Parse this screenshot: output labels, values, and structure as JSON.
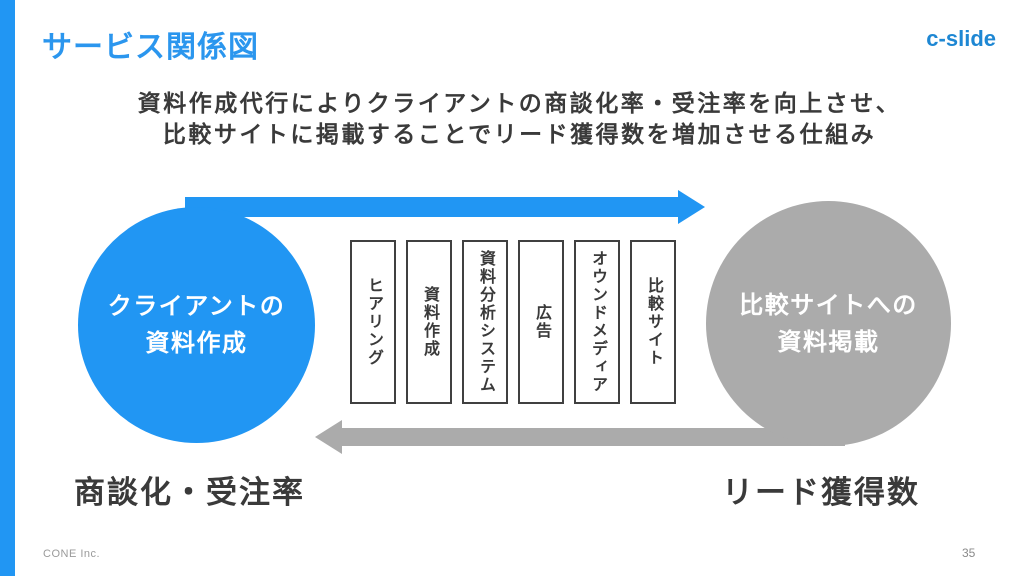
{
  "header": {
    "title": "サービス関係図",
    "logo": "c-slide"
  },
  "subtitle": {
    "line1": "資料作成代行によりクライアントの商談化率・受注率を向上させ、",
    "line2": "比較サイトに掲載することでリード獲得数を増加させる仕組み"
  },
  "flow": {
    "left_circle": {
      "line1": "クライアントの",
      "line2": "資料作成"
    },
    "right_circle": {
      "line1": "比較サイトへの",
      "line2": "資料掲載"
    },
    "steps": [
      "ヒアリング",
      "資料作成",
      "資料分析システム",
      "広告",
      "オウンドメディア",
      "比較サイト"
    ],
    "left_metric": "商談化・受注率",
    "right_metric": "リード獲得数"
  },
  "footer": {
    "company": "CONE Inc.",
    "page": "35"
  },
  "colors": {
    "accent_blue": "#2196F3",
    "gray": "#ABABAB",
    "text_dark": "#3A3A3A",
    "box_border": "#404040"
  }
}
